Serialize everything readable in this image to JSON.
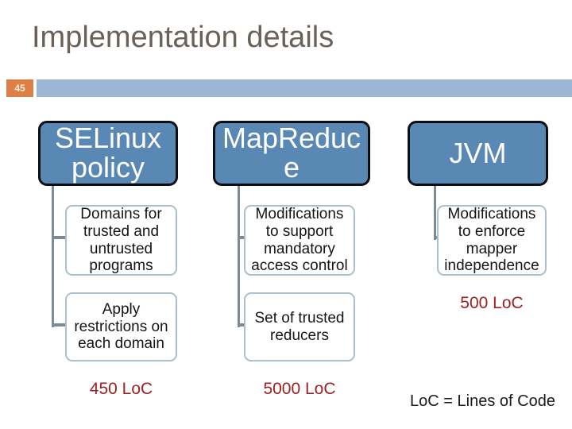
{
  "slide": {
    "title": "Implementation details",
    "page_number": "45",
    "footnote": "LoC = Lines of Code"
  },
  "colors": {
    "accent_orange": "#dd8047",
    "accent_bar_blue": "#9cb7d3",
    "header_box_blue": "#5a88b5",
    "header_box_border": "#0b0f14",
    "child_box_border": "#abc0cf",
    "connector_gray": "#7b8b99",
    "loc_red": "#9e2025",
    "title_brown": "#6a6158"
  },
  "diagram": {
    "columns": [
      {
        "header": "SELinux policy",
        "items": [
          "Domains for trusted and untrusted programs",
          "Apply restrictions on each domain"
        ],
        "loc": "450 LoC"
      },
      {
        "header": "MapReduce",
        "items": [
          "Modifications to support mandatory access control",
          "Set of trusted reducers"
        ],
        "loc": "5000 LoC"
      },
      {
        "header": "JVM",
        "items": [
          "Modifications to enforce mapper independence"
        ],
        "loc": "500 LoC"
      }
    ]
  }
}
